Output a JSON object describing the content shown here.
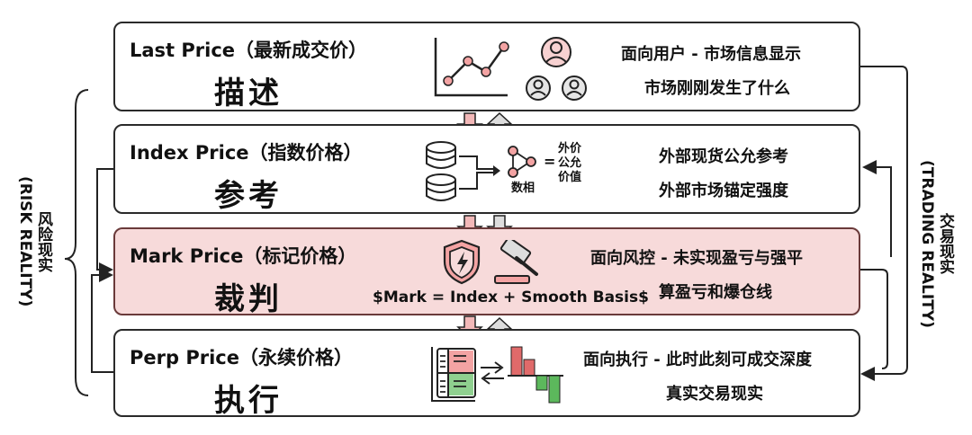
{
  "layers": [
    {
      "title": "Last Price（最新成交价）",
      "verb": "描述",
      "lines": [
        "面向用户 - 市场信息显示",
        "市场刚刚发生了什么"
      ]
    },
    {
      "title": "Index Price（指数价格）",
      "verb": "参考",
      "lines": [
        "外部现货公允参考",
        "外部市场锚定强度"
      ]
    },
    {
      "title": "Mark Price（标记价格）",
      "verb": "裁判",
      "lines": [
        "面向风控 - 未实现盈亏与强平",
        "算盈亏和爆仓线"
      ]
    },
    {
      "title": "Perp Price（永续价格）",
      "verb": "执行",
      "lines": [
        "面向执行 - 此时此刻可成交深度",
        "真实交易现实"
      ]
    }
  ],
  "formula": "$Mark = Index + Smooth Basis$",
  "index_icon": {
    "eq": "=",
    "label_left": "数相",
    "label_right": [
      "外价",
      "公允",
      "价值"
    ]
  },
  "side_left": {
    "cn": "风险现实",
    "en": "(RISK REALITY)"
  },
  "side_right": {
    "cn": "交易现实",
    "en": "(TRADING REALITY)"
  },
  "colors": {
    "accent_red": "#d9534f",
    "soft_red": "#f7dada",
    "green": "#5cb85c",
    "gray": "#999999"
  }
}
